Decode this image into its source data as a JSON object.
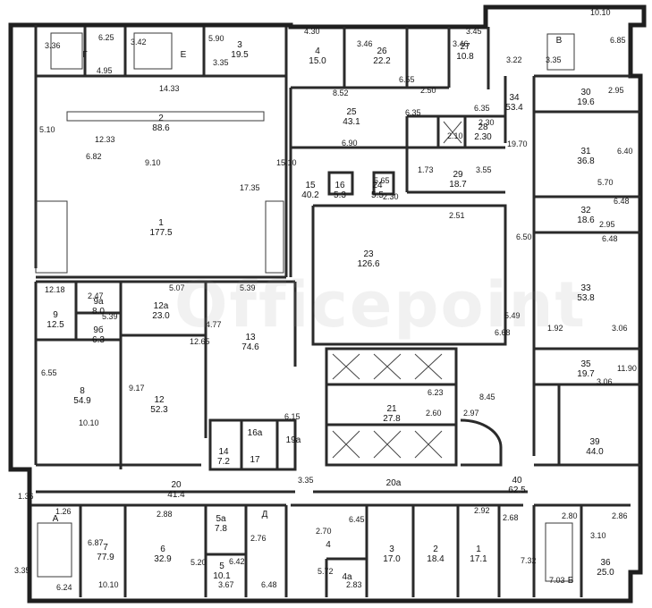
{
  "watermark": "Officepoint",
  "rooms": [
    {
      "id": "1",
      "area": "177.5"
    },
    {
      "id": "2",
      "area": "88.6"
    },
    {
      "id": "3",
      "area": "19.5"
    },
    {
      "id": "4",
      "area": "15.0"
    },
    {
      "id": "26",
      "area": "22.2"
    },
    {
      "id": "27",
      "area": "10.8"
    },
    {
      "id": "25",
      "area": "43.1"
    },
    {
      "id": "28",
      "area": "2.30"
    },
    {
      "id": "34",
      "area": "53.4"
    },
    {
      "id": "30",
      "area": "19.6"
    },
    {
      "id": "31",
      "area": "36.8"
    },
    {
      "id": "32",
      "area": "18.6"
    },
    {
      "id": "33",
      "area": "53.8"
    },
    {
      "id": "35",
      "area": "19.7"
    },
    {
      "id": "39",
      "area": "44.0"
    },
    {
      "id": "15",
      "area": "40.2"
    },
    {
      "id": "16",
      "area": "5.3"
    },
    {
      "id": "24",
      "area": "5.5"
    },
    {
      "id": "29",
      "area": "18.7"
    },
    {
      "id": "23",
      "area": "126.6"
    },
    {
      "id": "9",
      "area": "12.5"
    },
    {
      "id": "9a",
      "area": "8.0"
    },
    {
      "id": "9б",
      "area": "6.3"
    },
    {
      "id": "12a",
      "area": "23.0"
    },
    {
      "id": "13",
      "area": "74.6"
    },
    {
      "id": "8",
      "area": "54.9"
    },
    {
      "id": "12",
      "area": "52.3"
    },
    {
      "id": "21",
      "area": "27.8"
    },
    {
      "id": "14",
      "area": "7.2"
    },
    {
      "id": "16a",
      "area": ""
    },
    {
      "id": "17",
      "area": ""
    },
    {
      "id": "19a",
      "area": ""
    },
    {
      "id": "20",
      "area": "41.4"
    },
    {
      "id": "20a",
      "area": ""
    },
    {
      "id": "40",
      "area": "62.5"
    },
    {
      "id": "7",
      "area": "77.9"
    },
    {
      "id": "6",
      "area": "32.9"
    },
    {
      "id": "5a",
      "area": "7.8"
    },
    {
      "id": "5",
      "area": "10.1"
    },
    {
      "id": "4",
      "area": ""
    },
    {
      "id": "4a",
      "area": ""
    },
    {
      "id": "3",
      "area": "17.0"
    },
    {
      "id": "2",
      "area": "18.4"
    },
    {
      "id": "1",
      "area": "17.1"
    },
    {
      "id": "36",
      "area": "25.0"
    }
  ],
  "stair_letters": [
    "Г",
    "Е",
    "В",
    "А",
    "Д",
    "Б"
  ],
  "dims": [
    "6.25",
    "3.42",
    "3.36",
    "4.95",
    "5.90",
    "3.35",
    "4.30",
    "3.46",
    "3.46",
    "3.45",
    "3.22",
    "10.10",
    "6.85",
    "3.35",
    "14.33",
    "5.10",
    "12.33",
    "6.82",
    "9.10",
    "17.35",
    "15.10",
    "8.52",
    "6.55",
    "2.50",
    "6.35",
    "2.30",
    "2.10",
    "6.90",
    "6.35",
    "2.95",
    "6.40",
    "5.70",
    "6.48",
    "2.95",
    "6.48",
    "6.50",
    "19.70",
    "1.73",
    "3.55",
    "5.65",
    "2.30",
    "2.51",
    "12.18",
    "2.47",
    "5.07",
    "5.39",
    "5.39",
    "4.77",
    "12.65",
    "5.49",
    "1.92",
    "3.06",
    "6.68",
    "11.90",
    "3.06",
    "6.55",
    "9.17",
    "10.10",
    "6.15",
    "6.23",
    "8.45",
    "2.97",
    "2.60",
    "3.35",
    "1.36",
    "1.26",
    "6.87",
    "6.24",
    "3.35",
    "10.10",
    "2.88",
    "5.20",
    "6.42",
    "3.67",
    "2.76",
    "6.48",
    "2.70",
    "6.45",
    "5.72",
    "2.83",
    "2.92",
    "2.68",
    "7.32",
    "2.80",
    "2.86",
    "3.10",
    "7.03",
    "6.25"
  ]
}
